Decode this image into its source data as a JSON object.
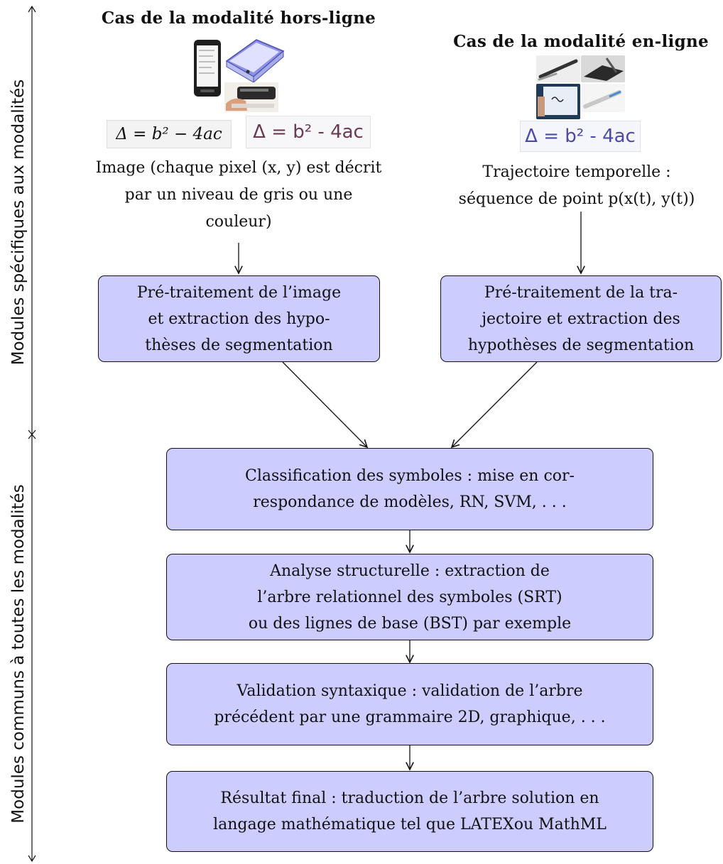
{
  "side_labels": {
    "specific": "Modules spécifiques aux modalités",
    "common": "Modules communs à toutes les modalités"
  },
  "offline": {
    "heading": "Cas de la modalité hors-ligne",
    "printed_formula": "Δ = b² − 4ac",
    "handwritten_formula": "Δ = b² - 4ac",
    "description": [
      "Image (chaque pixel (x, y) est décrit",
      "par un niveau de gris ou une",
      "couleur)"
    ]
  },
  "online": {
    "heading": "Cas de la modalité en-ligne",
    "handwritten_formula": "Δ = b² - 4ac",
    "description": [
      "Trajectoire temporelle :",
      "séquence de point p(x(t), y(t))"
    ]
  },
  "boxes": {
    "preprocess_image": [
      "Pré-traitement de l’image",
      "et extraction des hypo-",
      "thèses de segmentation"
    ],
    "preprocess_trajectory": [
      "Pré-traitement de la tra-",
      "jectoire et extraction des",
      "hypothèses de segmentation"
    ],
    "classification": [
      "Classification des symboles : mise en cor-",
      "respondance de modèles, RN, SVM, . . ."
    ],
    "structural": [
      "Analyse structurelle : extraction de",
      "l’arbre relationnel des symboles (SRT)",
      "ou des lignes de base (BST) par exemple"
    ],
    "syntax": [
      "Validation syntaxique : validation de l’arbre",
      "précédent par une grammaire 2D, graphique, . . ."
    ],
    "result": [
      "Résultat final : traduction de l’arbre solution en",
      "langage mathématique tel que LATEXou MathML"
    ]
  },
  "colors": {
    "box_fill": "#ccccff",
    "stroke": "#111111",
    "ink": "#4b4aa8"
  }
}
